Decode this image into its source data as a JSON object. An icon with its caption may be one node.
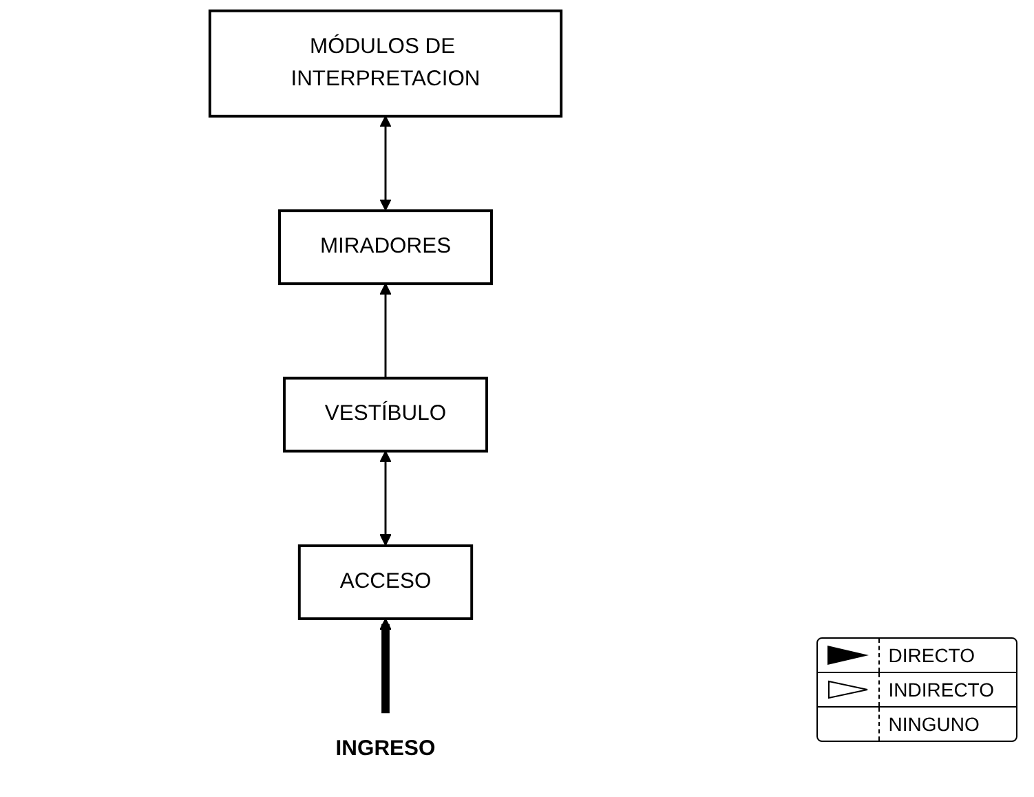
{
  "diagram": {
    "nodes": [
      {
        "text": [
          "MIRADORES"
        ]
      },
      {
        "text": [
          "MÓDULOS DE INTERPRETACION"
        ]
      },
      {
        "text": [
          "VESTÍBULO"
        ]
      },
      {
        "text": [
          "ACCESO"
        ]
      },
      {
        "text": [
          "INGRESO"
        ]
      }
    ],
    "edges": [
      {
        "from": 0,
        "to": 1,
        "arrow": "both"
      },
      {
        "from": 2,
        "to": 0,
        "arrow": "to"
      },
      {
        "from": 3,
        "to": 2,
        "arrow": "both"
      },
      {
        "from": 4,
        "to": 3,
        "arrow": "to",
        "style": "thick"
      }
    ],
    "legend": [
      {
        "text": "DIRECTO"
      },
      {
        "text": "INDIRECTO"
      },
      {
        "text": "NINGUNO"
      }
    ]
  }
}
